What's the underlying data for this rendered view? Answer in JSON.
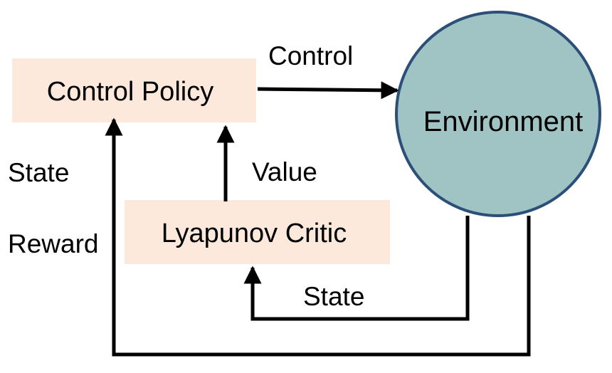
{
  "nodes": {
    "control_policy": "Control Policy",
    "lyapunov_critic": "Lyapunov Critic",
    "environment": "Environment"
  },
  "edges": {
    "control": "Control",
    "value": "Value",
    "state_feedback": "State",
    "state_left": "State",
    "reward_left": "Reward"
  },
  "colors": {
    "box_fill": "#fce9dc",
    "environment_fill": "#9fc4c3",
    "environment_stroke": "#2b4f78",
    "line": "#000000"
  }
}
